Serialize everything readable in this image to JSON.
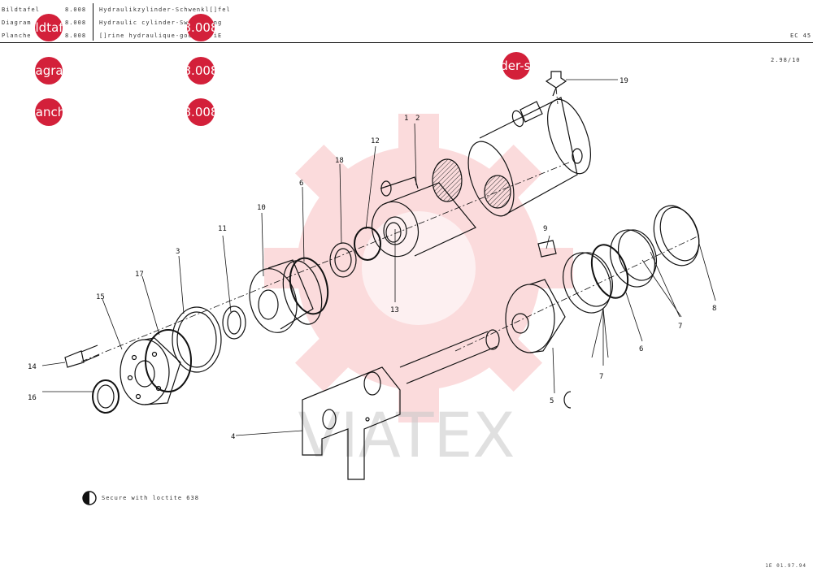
{
  "header": {
    "left_labels": [
      "Bildtafel",
      "Diagram",
      "Planche"
    ],
    "left_values": [
      "8.008",
      "8.008",
      "8.008"
    ],
    "titles": [
      "Hydraulikzylinder-Schwenkl[]fel",
      "Hydraulic cylinder-Swivelling",
      "[]rine hydraulique-godet oriE"
    ],
    "model": "EC 45",
    "revision": "2.98/10"
  },
  "badges": {
    "bildtafel": "Bildtafel",
    "diagram": "Diagram",
    "planche": "Planche",
    "number_1": "8.008",
    "number_2": "8.008",
    "number_3": "8.008",
    "cylinder": "Cylinder-swivelling"
  },
  "watermark": {
    "text": "VIATEX",
    "color": "#e9262f"
  },
  "part_labels": {
    "p1": "1",
    "p2": "2",
    "p4": "4",
    "p5": "5",
    "p6a": "6",
    "p6b": "6",
    "p7a": "7",
    "p7b": "7",
    "p8": "8",
    "p9": "9",
    "p10": "10",
    "p11": "11",
    "p12": "12",
    "p13": "13",
    "p14": "14",
    "p15": "15",
    "p16": "16",
    "p17": "17",
    "p18": "18",
    "p19": "19",
    "p3": "3"
  },
  "legend": {
    "text": "Secure with loctite 638"
  },
  "footer": {
    "code": "1E 01.97.94"
  }
}
